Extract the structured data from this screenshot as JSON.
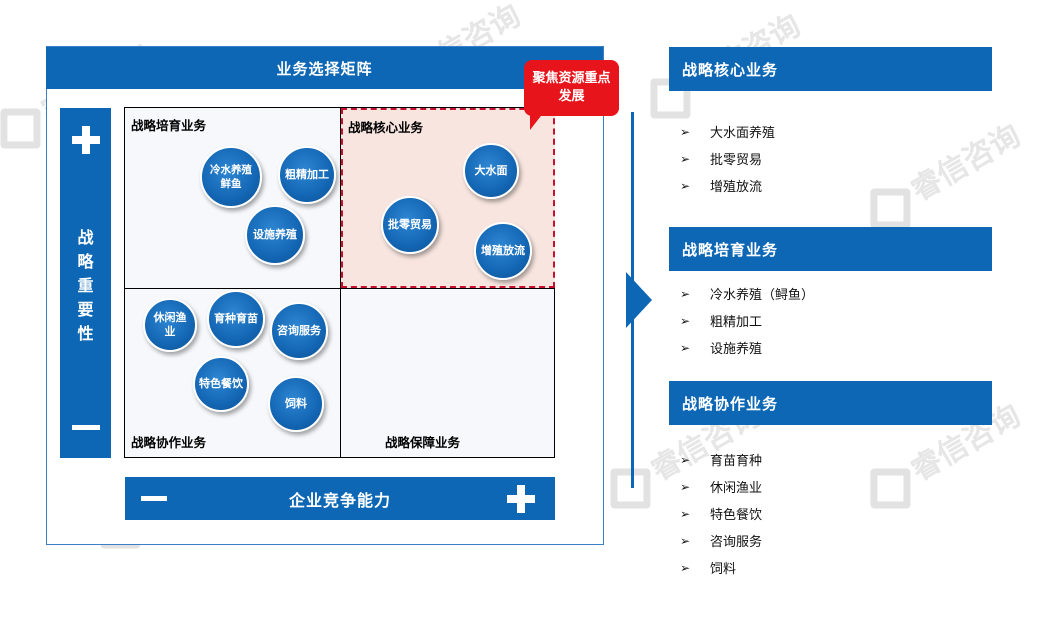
{
  "matrix": {
    "title": "业务选择矩阵",
    "y_axis_label": "战略重要性",
    "x_axis_label": "企业竞争能力",
    "callout": "聚焦资源重点发展",
    "quadrants": {
      "top_left": {
        "label": "战略培育业务",
        "bubbles": [
          "冷水养殖鲜鱼",
          "粗精加工",
          "设施养殖"
        ]
      },
      "top_right": {
        "label": "战略核心业务",
        "bubbles": [
          "大水面",
          "批零贸易",
          "增殖放流"
        ]
      },
      "bottom_left": {
        "label": "战略协作业务",
        "bubbles": [
          "休闲渔业",
          "育种育苗",
          "咨询服务",
          "特色餐饮",
          "饲料"
        ]
      },
      "bottom_right": {
        "label": "战略保障业务",
        "bubbles": []
      }
    }
  },
  "right_panel": {
    "sections": [
      {
        "title": "战略核心业务",
        "items": [
          "大水面养殖",
          "批零贸易",
          "增殖放流"
        ]
      },
      {
        "title": "战略培育业务",
        "items": [
          "冷水养殖（鲟鱼）",
          "粗精加工",
          "设施养殖"
        ]
      },
      {
        "title": "战略协作业务",
        "items": [
          "育苗育种",
          "休闲渔业",
          "特色餐饮",
          "咨询服务",
          "饲料"
        ]
      }
    ]
  },
  "list_marker": "➢",
  "watermark": "睿信咨询",
  "colors": {
    "brand_blue": "#0d67b5",
    "callout_red": "#e8141b",
    "core_fill": "#f8e5df"
  }
}
